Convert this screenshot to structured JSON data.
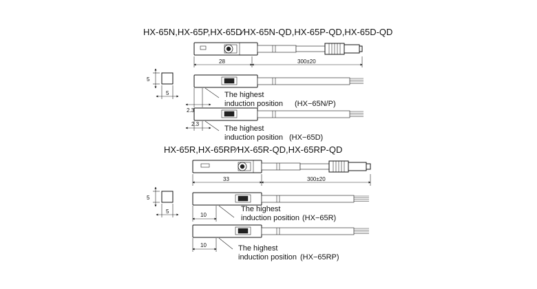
{
  "top_group": {
    "title": "HX-65N,HX-65P,HX-65D∕HX-65N-QD,HX-65P-QD,HX-65D-QD",
    "dim_length": "28",
    "dim_cable": "300±20",
    "dim_height": "5",
    "dim_width": "5",
    "dim_offset_1": "2.3",
    "dim_offset_2": "2.3",
    "note_1_line1": "The highest",
    "note_1_line2": "induction position",
    "note_1_model": "(HX−65N/P)",
    "note_2_line1": "The highest",
    "note_2_line2": "induction position",
    "note_2_model": "(HX−65D)"
  },
  "bottom_group": {
    "title": "HX-65R,HX-65RP∕HX-65R-QD,HX-65RP-QD",
    "dim_length": "33",
    "dim_cable": "300±20",
    "dim_height": "5",
    "dim_width": "5",
    "dim_offset_1": "10",
    "dim_offset_2": "10",
    "note_1_line1": "The highest",
    "note_1_line2": "induction position",
    "note_1_model": "(HX−65R)",
    "note_2_line1": "The highest",
    "note_2_line2": "induction position",
    "note_2_model": "(HX−65RP)"
  }
}
